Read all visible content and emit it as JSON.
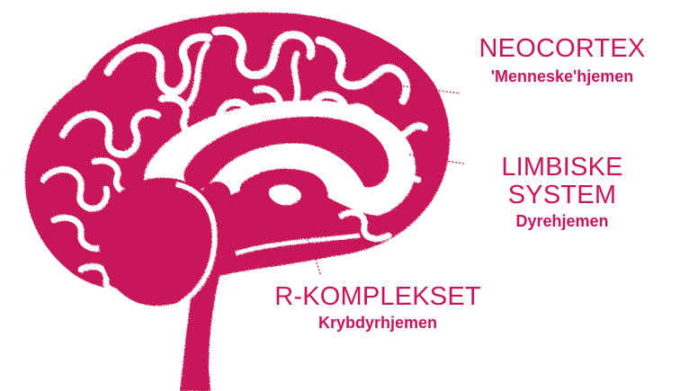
{
  "colors": {
    "ink": "#c8155a",
    "background": "#ffffff"
  },
  "labels": {
    "neocortex": {
      "title": "NEOCORTEX",
      "subtitle": "'Menneske'hjemen"
    },
    "limbic": {
      "title_line1": "LIMBISKE",
      "title_line2": "SYSTEM",
      "subtitle": "Dyrehjemen"
    },
    "reptilian": {
      "title": "R-KOMPLEKSET",
      "subtitle": "Krybdyrhjemen"
    }
  }
}
